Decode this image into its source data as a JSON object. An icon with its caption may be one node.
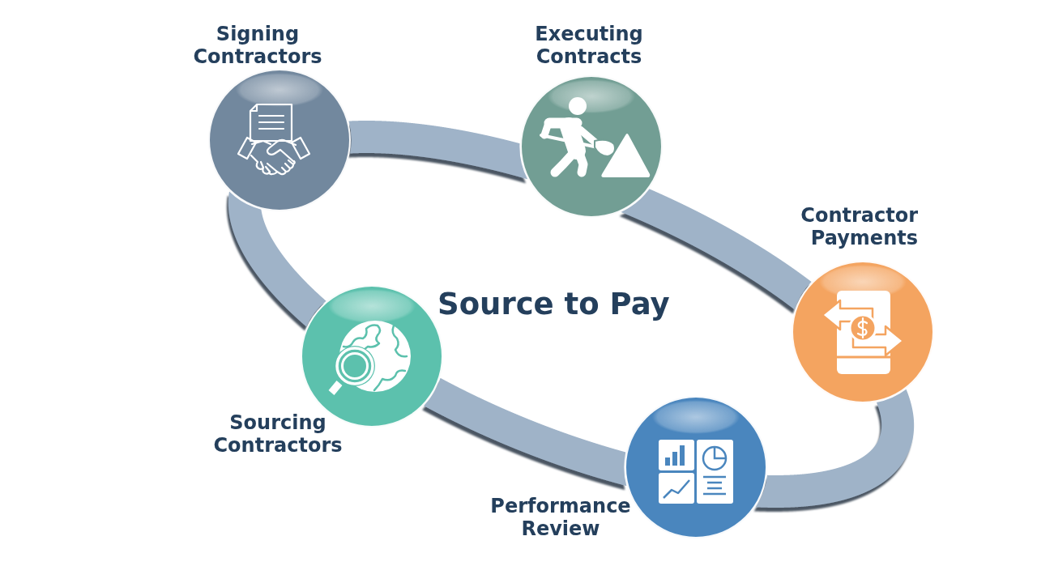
{
  "diagram": {
    "title": "Source to Pay",
    "nodes": [
      {
        "text": [
          "Signing Contractors"
        ]
      },
      {
        "text": [
          "Executing Contracts"
        ]
      },
      {
        "text": [
          "Contractor Payments"
        ]
      },
      {
        "text": [
          "Performance Review"
        ]
      },
      {
        "text": [
          "Sourcing Contractors"
        ]
      }
    ],
    "edges": [
      {
        "from": 0,
        "to": 1,
        "arrow": "none"
      },
      {
        "from": 1,
        "to": 2,
        "arrow": "none"
      },
      {
        "from": 2,
        "to": 3,
        "arrow": "none"
      },
      {
        "from": 3,
        "to": 4,
        "arrow": "none"
      },
      {
        "from": 4,
        "to": 0,
        "arrow": "none"
      }
    ]
  }
}
